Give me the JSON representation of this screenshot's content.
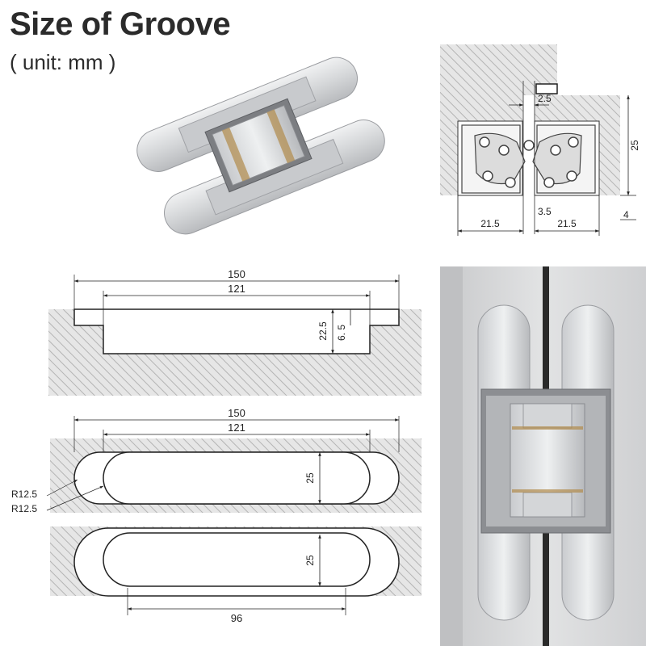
{
  "header": {
    "title": "Size of Groove",
    "subtitle": "( unit: mm )"
  },
  "side_view": {
    "total_length": "150",
    "body_length": "121",
    "depth_total": "22.5",
    "depth_flange": "6. 5"
  },
  "top_view": {
    "total_length": "150",
    "body_length": "121",
    "width": "25",
    "radius_outer": "R12.5",
    "radius_inner": "R12.5"
  },
  "bottom_view": {
    "width": "25",
    "screw_spacing": "96"
  },
  "cross_section": {
    "gap": "2.5",
    "gap_center": "3.5",
    "left_width": "21.5",
    "right_width": "21.5",
    "height": "25",
    "offset": "4"
  },
  "colors": {
    "text": "#2b2b2b",
    "hatch_bg": "#e6e6e6",
    "hatch_line": "#b4b4b4",
    "metal_light": "#e2e3e5",
    "metal_mid": "#c4c6c9",
    "metal_dark": "#8e9094",
    "door_surface": "#d6d7d9",
    "door_gap": "#2a2a2a"
  }
}
